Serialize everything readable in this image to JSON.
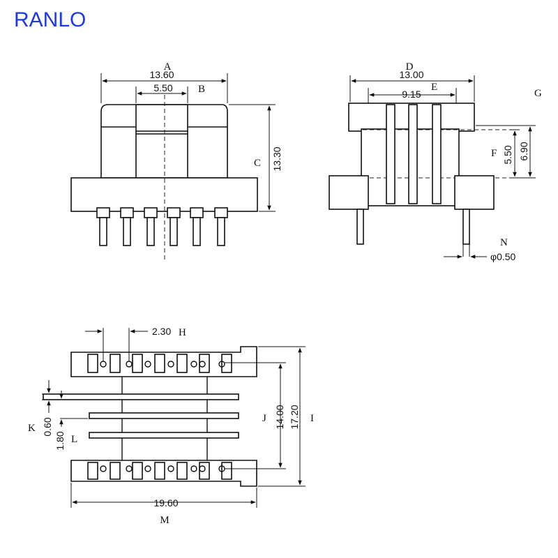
{
  "brand": {
    "text": "RANLO",
    "color": "#1f39e8"
  },
  "front_view": {
    "A": {
      "letter": "A",
      "value": "13.60"
    },
    "B": {
      "letter": "B",
      "value": "5.50"
    },
    "C": {
      "letter": "C",
      "value": "13.30"
    }
  },
  "side_view": {
    "D": {
      "letter": "D",
      "value": "13.00"
    },
    "E": {
      "letter": "E",
      "value": "9.15"
    },
    "F": {
      "letter": "F",
      "value": "5.50"
    },
    "G": {
      "letter": "G",
      "value": "6.90"
    },
    "N": {
      "letter": "N",
      "value": "φ0.50"
    }
  },
  "bottom_view": {
    "H": {
      "letter": "H",
      "value": "2.30"
    },
    "I": {
      "letter": "I",
      "value": "17.20"
    },
    "J": {
      "letter": "J",
      "value": "14.00"
    },
    "K": {
      "letter": "K",
      "value": "0.60"
    },
    "L": {
      "letter": "L",
      "value": "1.80"
    },
    "M": {
      "letter": "M",
      "value": "19.60"
    }
  }
}
